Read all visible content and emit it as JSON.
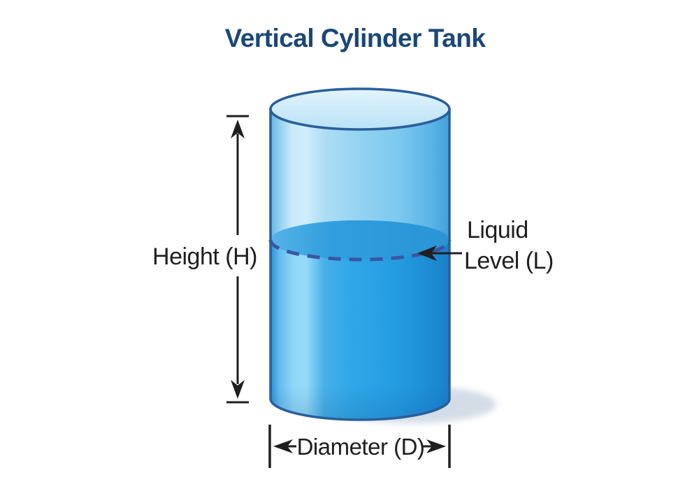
{
  "title": {
    "text": "Vertical Cylinder Tank",
    "color": "#1b4778"
  },
  "diagram": {
    "name": "vertical-cylinder-tank-diagram",
    "height_label": "Height (H)",
    "liquid_label_line1": "Liquid",
    "liquid_label_line2": "Level (L)",
    "diameter_label": "Diameter (D)"
  },
  "colors": {
    "background": "#ffffff",
    "title_text": "#1b4778",
    "label_text": "#1f1f1f",
    "measure_arrow": "#1f1f1f",
    "tank_outline": "#2a5e9b",
    "dashed_liquid_line": "#3b55a3",
    "tank_top_fill": "#cdeafa",
    "tank_body_empty": "#a8dcf5",
    "tank_body_highlight": "#c9eafa",
    "liquid_fill": "#2aa1e5",
    "liquid_surface": "#309ede",
    "shadow": "#d4dde7"
  }
}
